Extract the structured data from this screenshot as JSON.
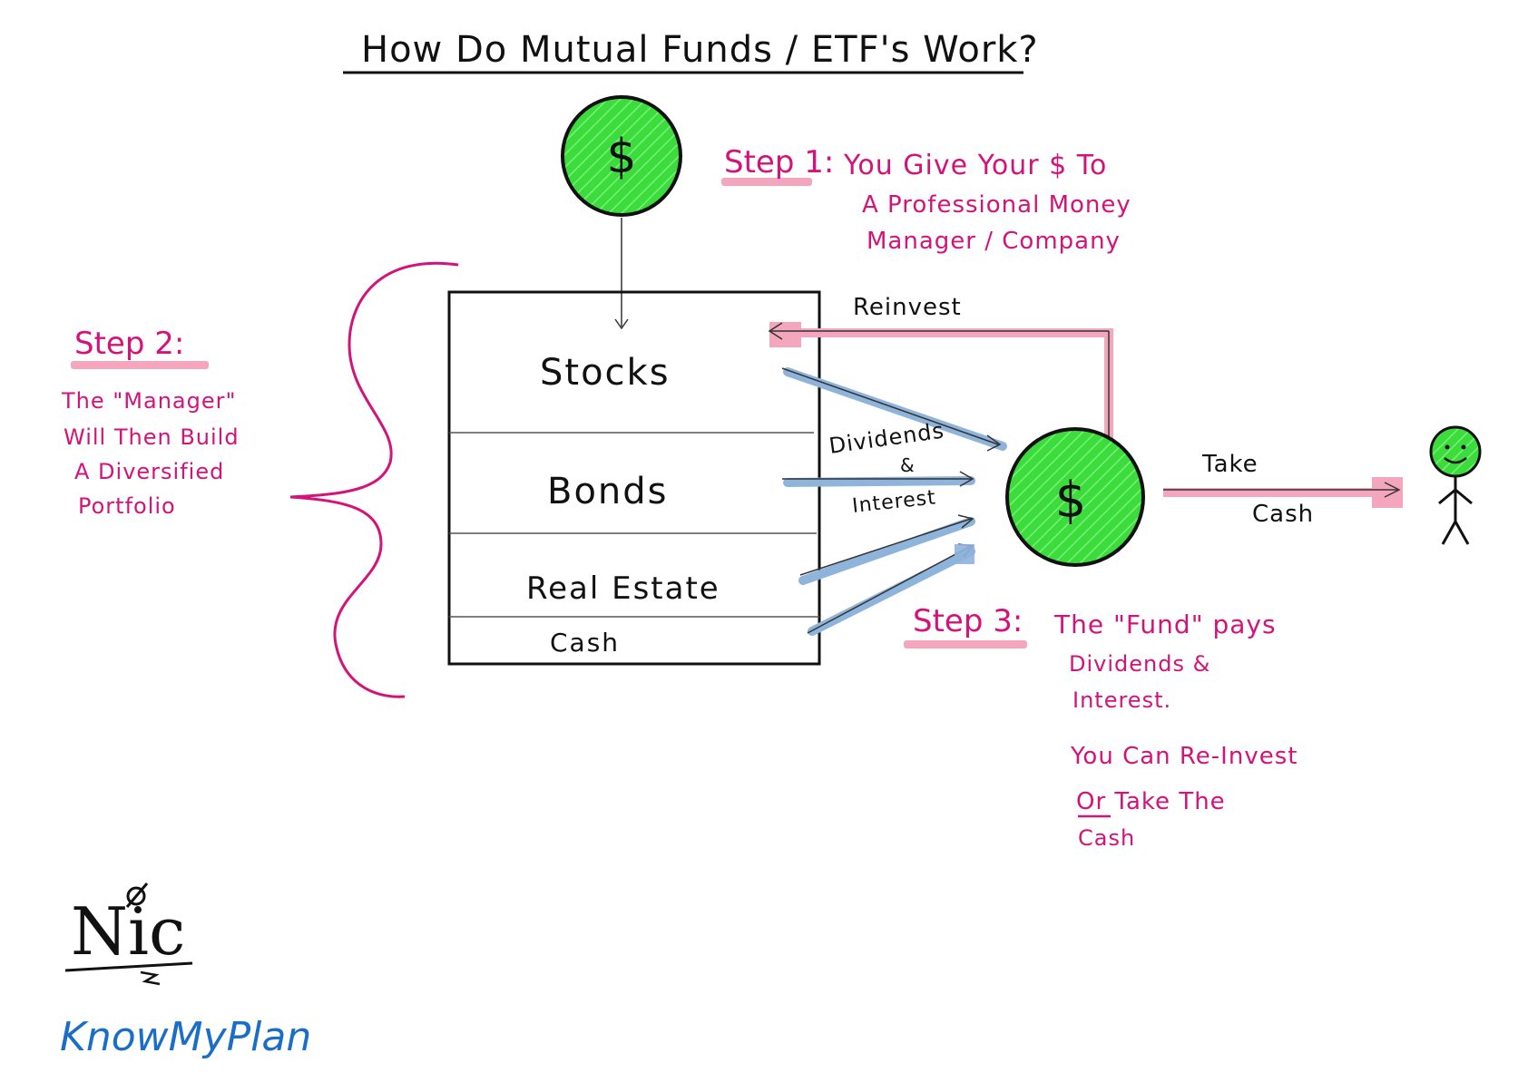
{
  "title": "How Do Mutual Funds / ETF's Work?",
  "coin_symbol": "$",
  "step1": {
    "label": "Step 1:",
    "lines": [
      "You Give Your $ To",
      "A Professional Money",
      "Manager / Company"
    ]
  },
  "step2": {
    "label": "Step 2:",
    "lines": [
      "The \"Manager\"",
      "Will Then Build",
      "A Diversified",
      "Portfolio"
    ]
  },
  "portfolio": {
    "rows": [
      "Stocks",
      "Bonds",
      "Real Estate",
      "Cash"
    ]
  },
  "flow_labels": {
    "reinvest": "Reinvest",
    "dividends": "Dividends",
    "and": "&",
    "interest": "Interest",
    "take": "Take",
    "cash": "Cash"
  },
  "step3": {
    "label": "Step 3:",
    "lines": [
      "The \"Fund\" pays",
      "Dividends &",
      "Interest."
    ],
    "lines2": [
      "You Can Re-Invest",
      "Or Take The",
      "Cash"
    ],
    "emphasis": "Or"
  },
  "signature": {
    "name": "Nic",
    "brand": "KnowMyPlan"
  },
  "colors": {
    "pink": "#d4137a",
    "highlight_pink": "#f4a6bf",
    "coin_green": "#3ddc3d",
    "highlight_blue": "#8fb4dc",
    "brand_blue": "#1a6ec7"
  }
}
